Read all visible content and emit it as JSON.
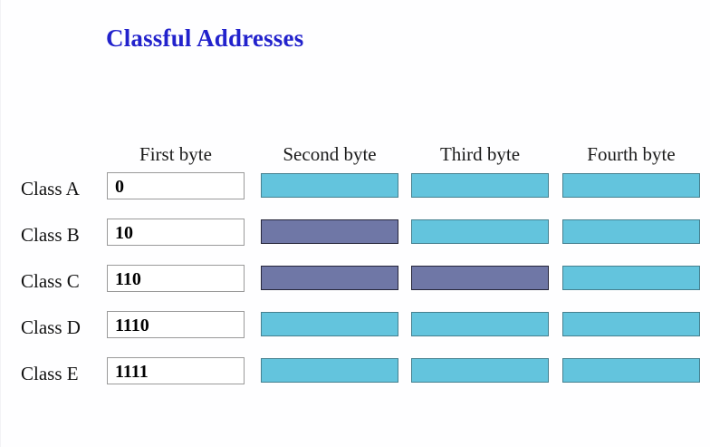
{
  "page": {
    "title": "Classful Addresses",
    "title_color": "#2222CC",
    "background": "#FEFEFF"
  },
  "colors": {
    "cyan_fill": "#63C4DD",
    "cyan_border": "#45808F",
    "slate_fill": "#6F77A6",
    "slate_border": "#26263A",
    "box_border": "#9A9A9A",
    "box_fill": "#FFFFFF"
  },
  "table": {
    "row_label_header": "",
    "columns": [
      {
        "key": "first",
        "label": "First byte"
      },
      {
        "key": "second",
        "label": "Second byte"
      },
      {
        "key": "third",
        "label": "Third byte"
      },
      {
        "key": "fourth",
        "label": "Fourth byte"
      }
    ],
    "rows": [
      {
        "label": "Class A",
        "prefix": "0",
        "bytes": [
          "cyan",
          "cyan",
          "cyan"
        ]
      },
      {
        "label": "Class B",
        "prefix": "10",
        "bytes": [
          "slate",
          "cyan",
          "cyan"
        ]
      },
      {
        "label": "Class C",
        "prefix": "110",
        "bytes": [
          "slate",
          "slate",
          "cyan"
        ]
      },
      {
        "label": "Class D",
        "prefix": "1110",
        "bytes": [
          "cyan",
          "cyan",
          "cyan"
        ]
      },
      {
        "label": "Class E",
        "prefix": "1111",
        "bytes": [
          "cyan",
          "cyan",
          "cyan"
        ]
      }
    ]
  }
}
